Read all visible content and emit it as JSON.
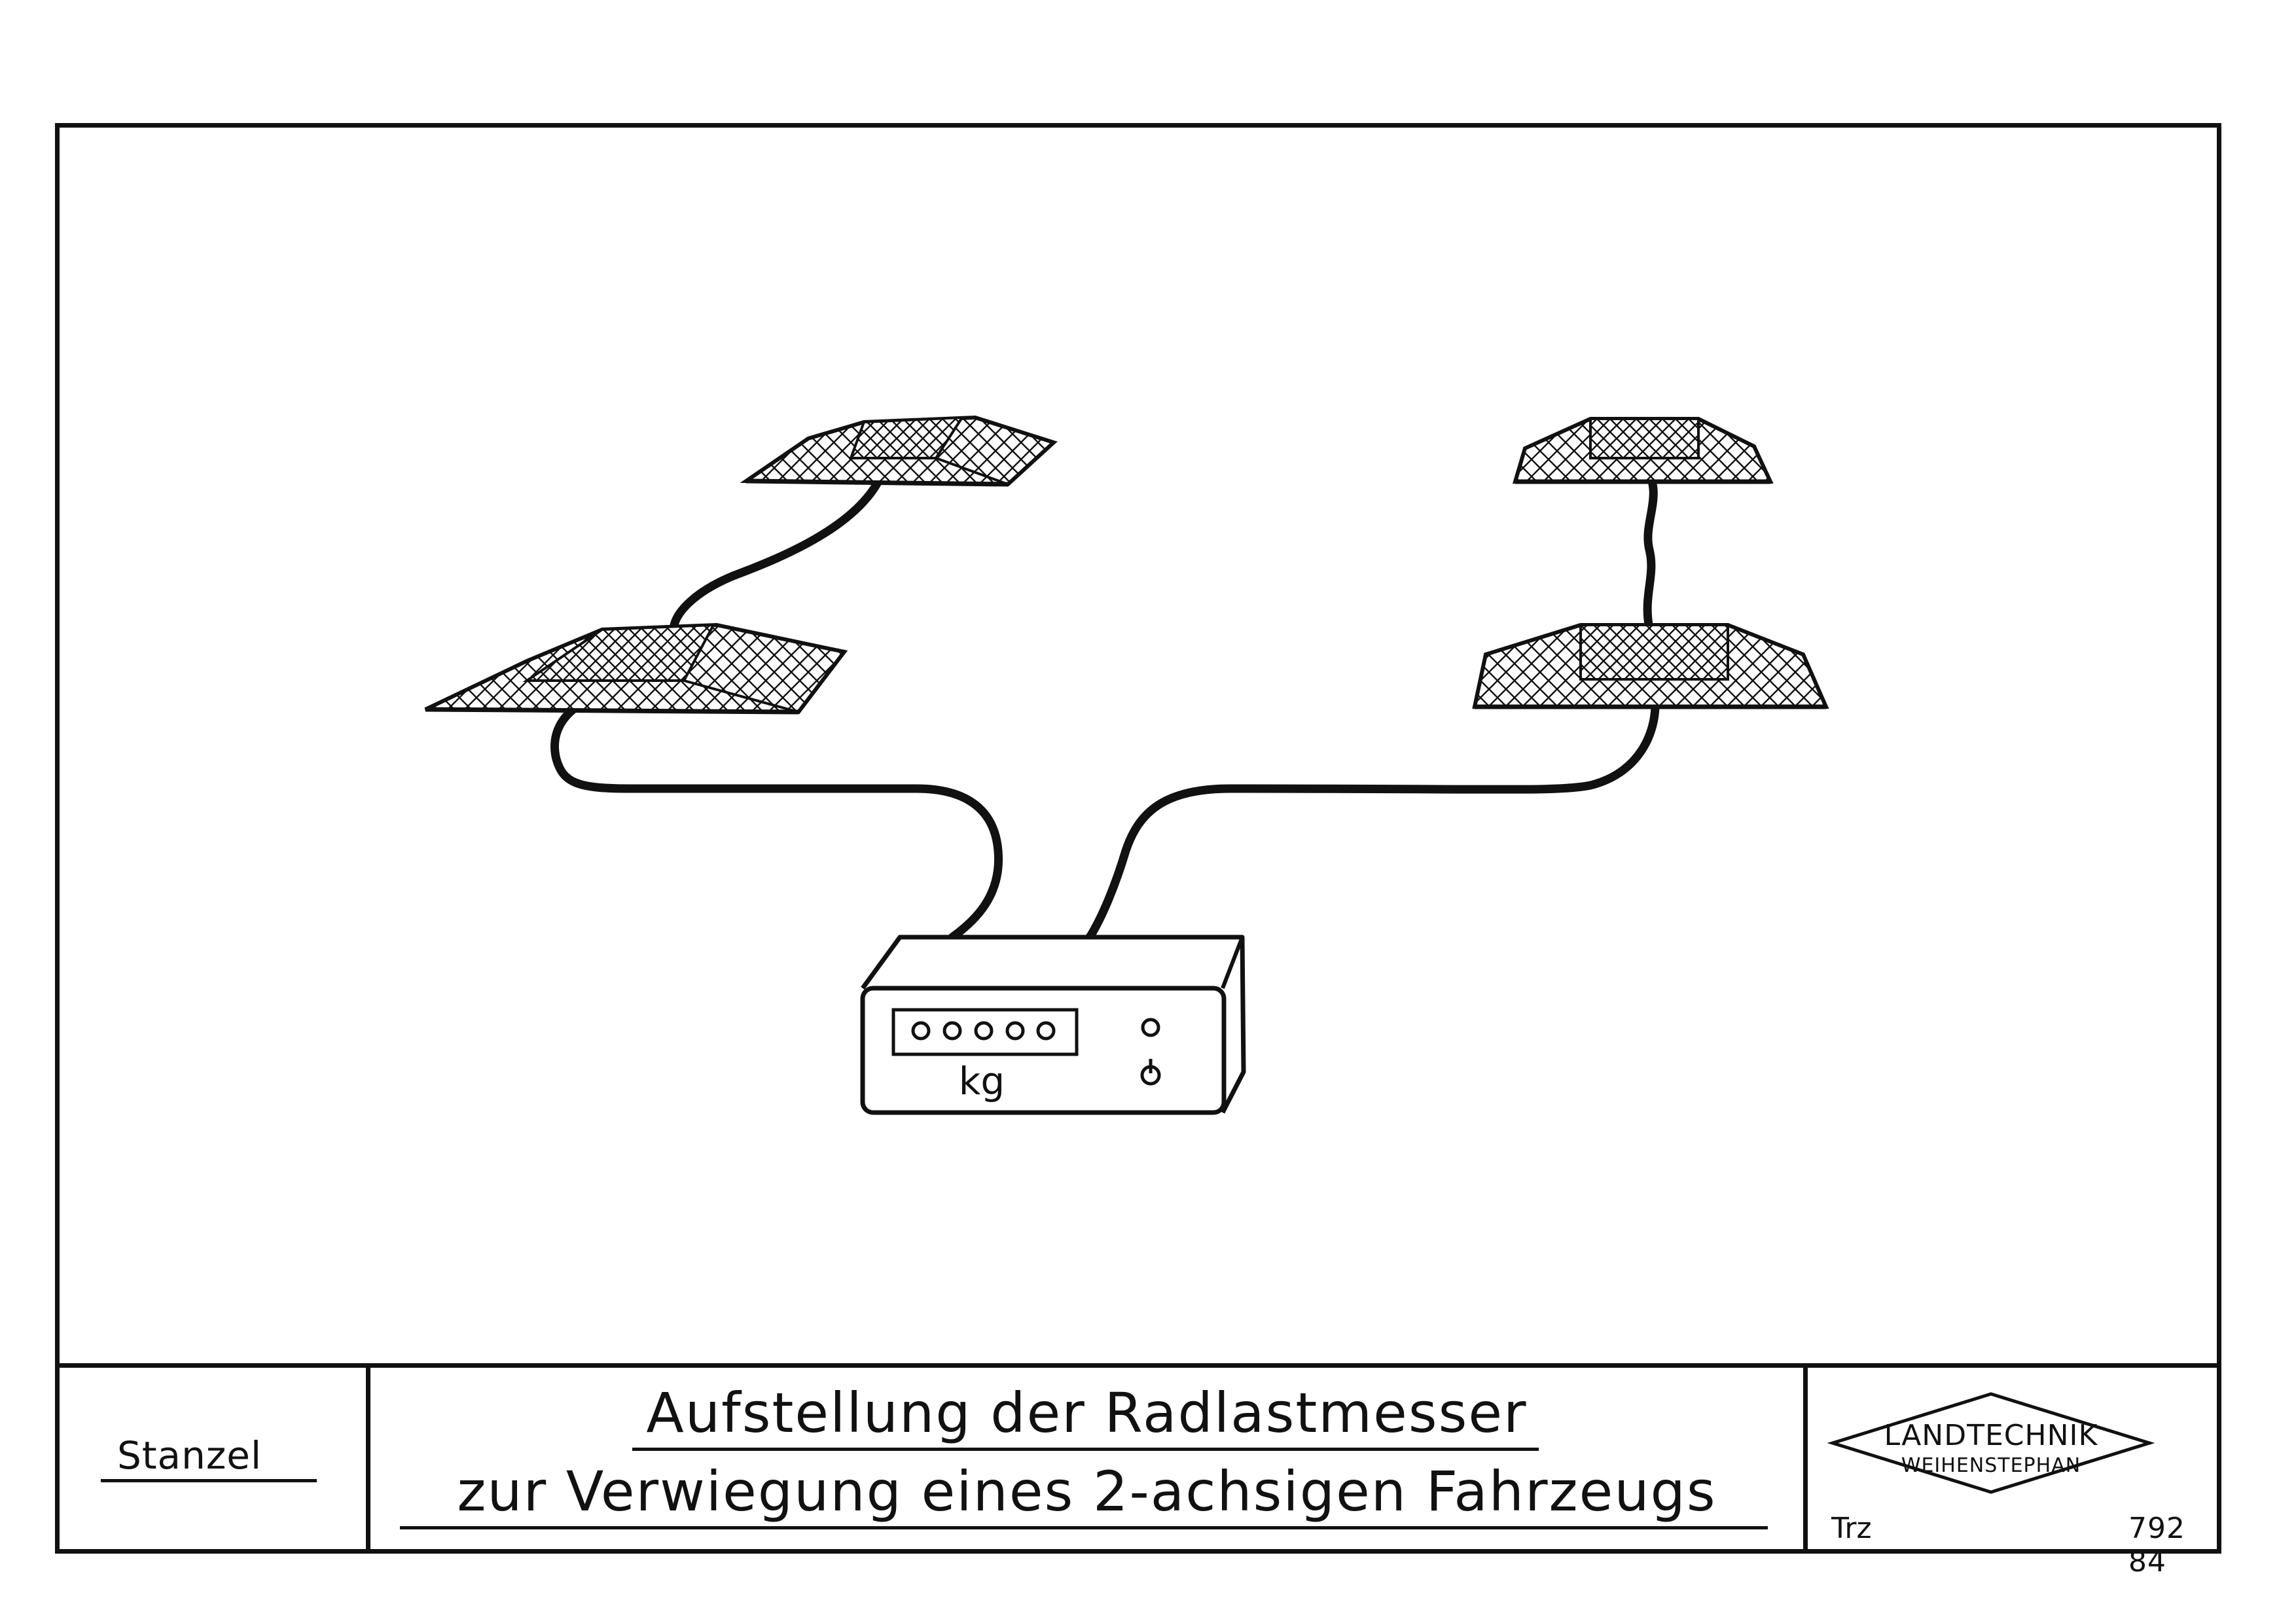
{
  "drawing": {
    "display_digits": [
      "o",
      "o",
      "o",
      "o",
      "o"
    ],
    "display_unit": "kg",
    "indicator_symbol": "o",
    "power_symbol": "⏻"
  },
  "title_block": {
    "author": "Stanzel",
    "title_line1": "Aufstellung der Radlastmesser",
    "title_line2": "zur Verwiegung eines 2-achsigen Fahrzeugs",
    "logo_line1": "LANDTECHNIK",
    "logo_line2": "WEIHENSTEPHAN",
    "drawer_code": "Trz",
    "drawing_number": "792 84"
  }
}
